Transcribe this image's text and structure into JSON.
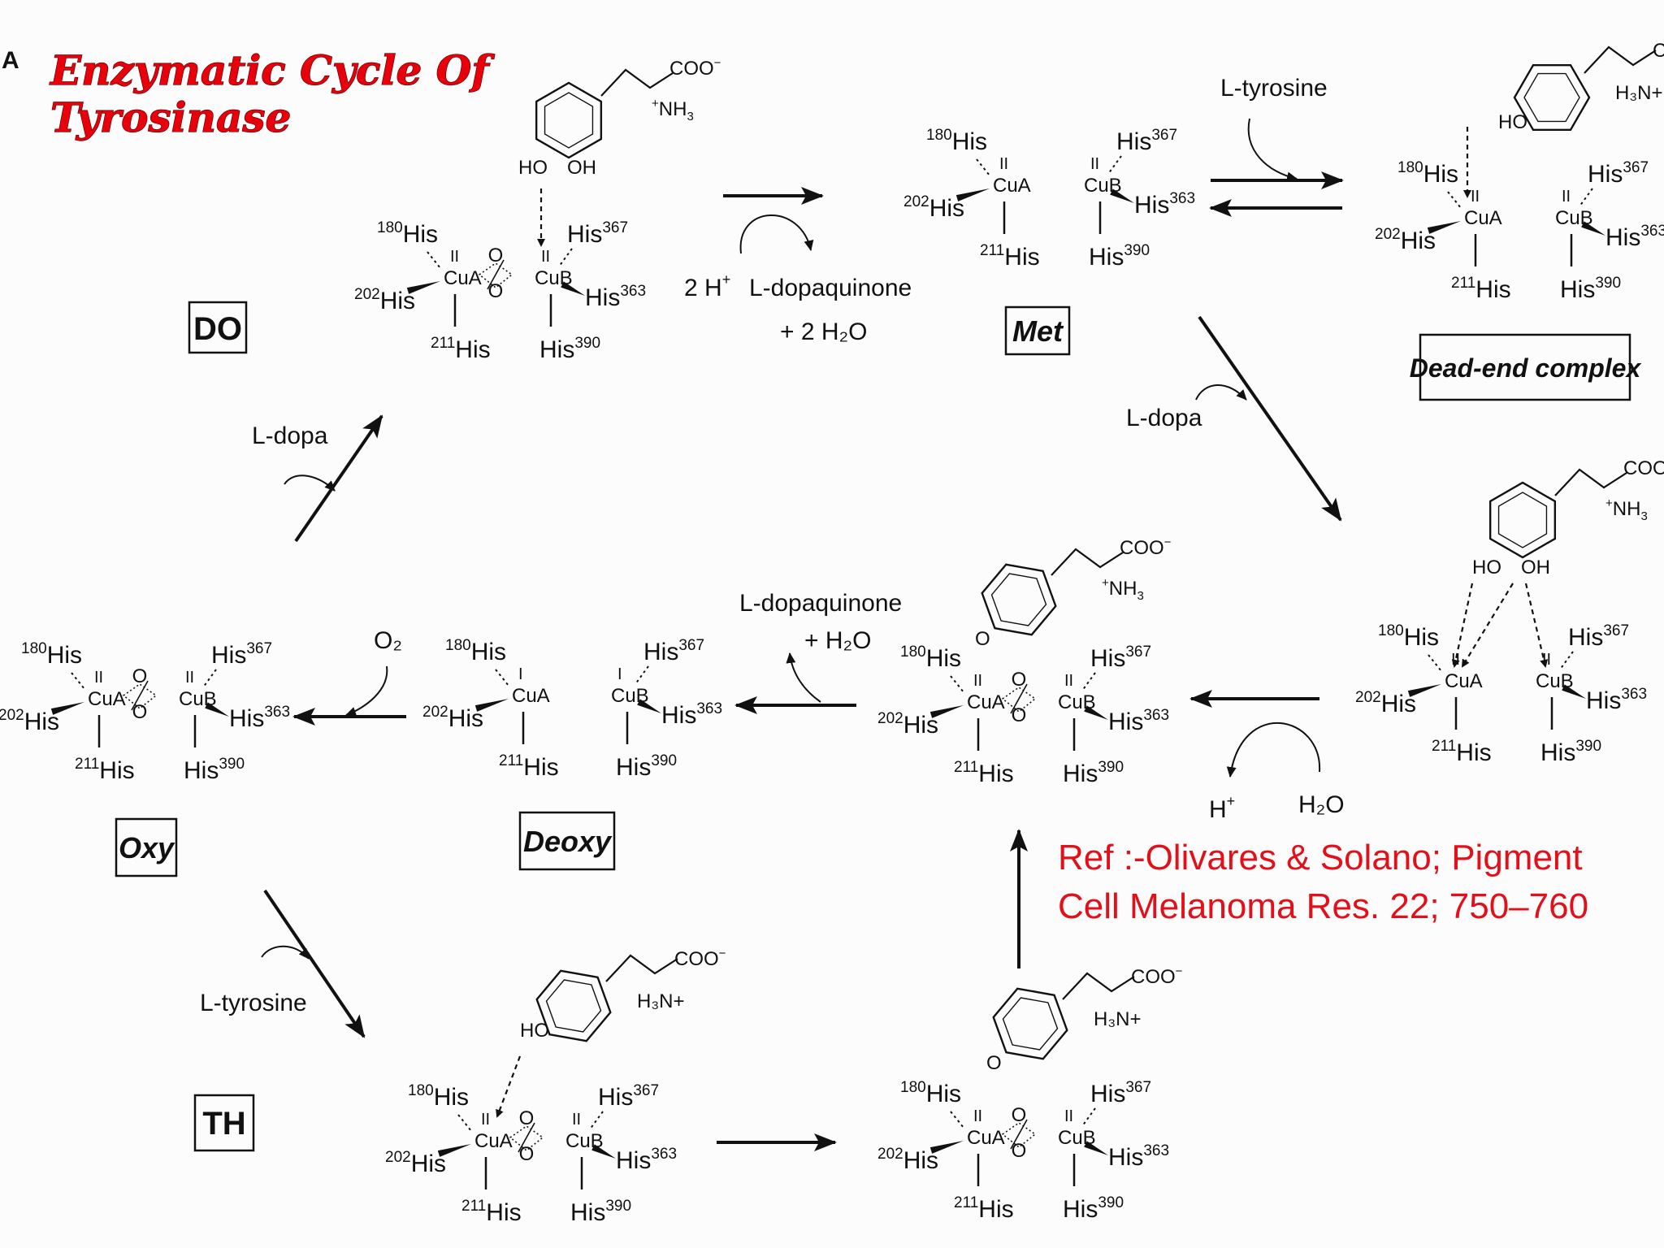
{
  "panel_letter": "A",
  "title": {
    "line1": "Enzymatic Cycle Of",
    "line2": "Tyrosinase"
  },
  "reference": {
    "line1": "Ref :-Olivares & Solano; Pigment",
    "line2": "Cell Melanoma Res. 22; 750–760"
  },
  "states": {
    "do": "DO",
    "met": "Met",
    "dead_end": "Dead-end complex",
    "oxy": "Oxy",
    "deoxy": "Deoxy",
    "th": "TH"
  },
  "residues": {
    "his180": {
      "num": "180",
      "name": "His"
    },
    "his202": {
      "num": "202",
      "name": "His"
    },
    "his211": {
      "num": "211",
      "name": "His"
    },
    "his367": {
      "name": "His",
      "num": "367"
    },
    "his363": {
      "name": "His",
      "num": "363"
    },
    "his390": {
      "name": "His",
      "num": "390"
    }
  },
  "metals": {
    "cua": "CuA",
    "cub": "CuB"
  },
  "oxidation": {
    "ii": "II",
    "i": "I"
  },
  "groups": {
    "coo": "COO",
    "coo_charge": "−",
    "nh3": "NH",
    "nh3_sub": "3",
    "nh3_plus": "+",
    "h3n": "H₃N+",
    "oh": "OH",
    "ho": "HO",
    "o": "O"
  },
  "reagents": {
    "l_tyrosine": "L-tyrosine",
    "l_dopa": "L-dopa",
    "l_dopaquinone": "L-dopaquinone",
    "two_h": "2 H",
    "two_h_sup": "+",
    "plus_2h2o": "+ 2 H₂O",
    "plus_h2o": "+ H₂O",
    "o2": "O₂",
    "h_plus": "H",
    "h_plus_sup": "+",
    "h2o": "H₂O"
  },
  "colors": {
    "title": "#e8000a",
    "reference": "#e3101a",
    "ink": "#111111",
    "background": "#fcfcfd"
  }
}
